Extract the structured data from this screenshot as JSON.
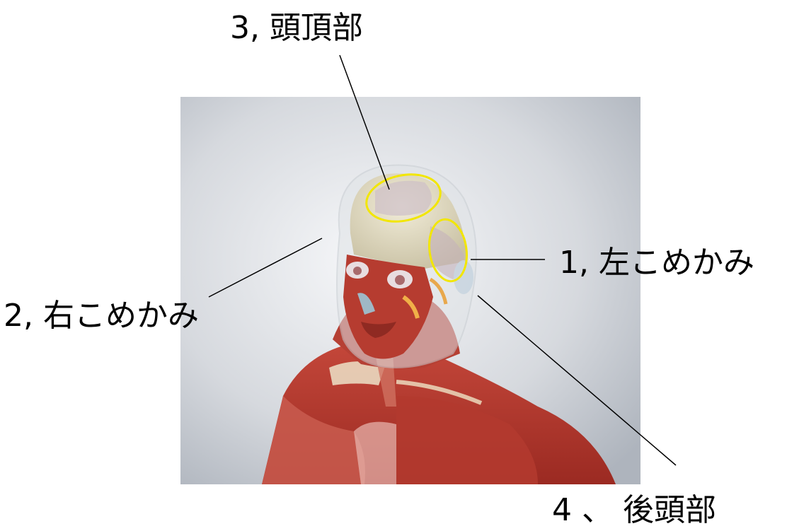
{
  "labels": {
    "crown": "3, 頭頂部",
    "left_temple": "1, 左こめかみ",
    "right_temple": "2, 右こめかみ",
    "occipital": "4 、 後頭部"
  },
  "colors": {
    "highlight": "#f2e600",
    "leader_line": "#000000",
    "muscle": "#b8392b",
    "skull": "#ddd6bd",
    "background_light": "#f4f5f7",
    "background_dark": "#b7bcc4"
  }
}
